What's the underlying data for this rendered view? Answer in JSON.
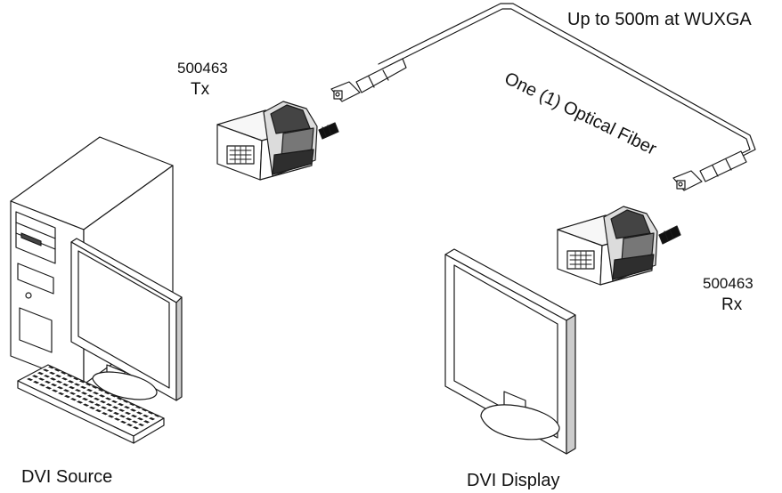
{
  "labels": {
    "distance": "Up to 500m at WUXGA",
    "fiber": "One (1) Optical Fiber",
    "tx_code": "500463",
    "tx_dir": "Tx",
    "rx_code": "500463",
    "rx_dir": "Rx",
    "source": "DVI Source",
    "display": "DVI Display"
  },
  "colors": {
    "line": "#1a1a1a",
    "fill_dark": "#3a3a3a",
    "fill_light": "#f2f2f2"
  }
}
